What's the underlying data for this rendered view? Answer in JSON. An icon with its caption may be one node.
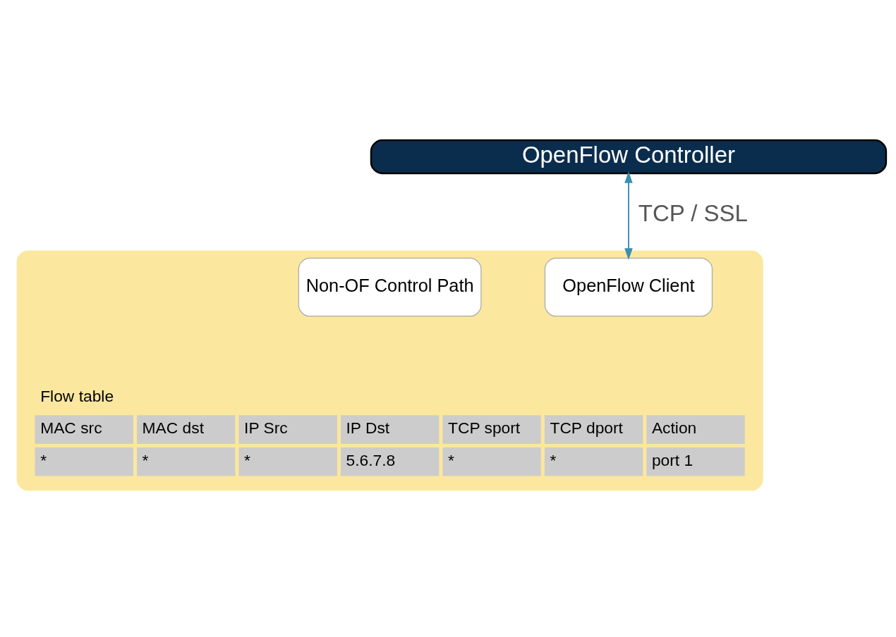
{
  "diagram": {
    "nodes": [
      {
        "text": [
          "OpenFlow Controller"
        ]
      },
      {
        "text": [],
        "shape": "box"
      },
      {
        "text": [
          "Non-OF Control Path"
        ],
        "in": 1
      },
      {
        "text": [
          "OpenFlow Client"
        ],
        "in": 1
      }
    ],
    "edges": [
      {
        "from": 0,
        "to": 3,
        "arrow": "both",
        "label": "TCP / SSL"
      }
    ],
    "labels": [
      "Flow table",
      "MAC src",
      "MAC dst",
      "IP Src",
      "IP Dst",
      "TCP sport",
      "TCP dport",
      "Action",
      "*",
      "*",
      "*",
      "5.6.7.8",
      "*",
      "*",
      "port 1"
    ]
  }
}
